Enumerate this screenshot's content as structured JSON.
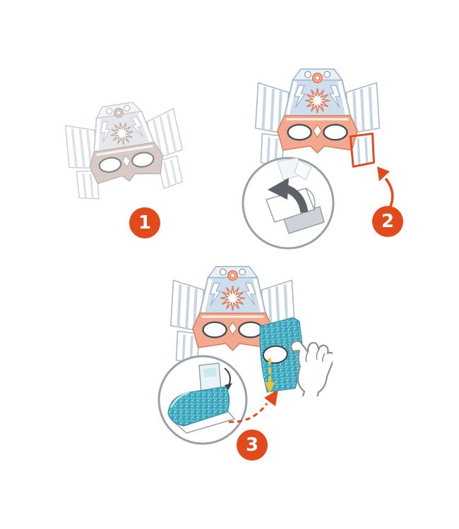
{
  "steps": [
    {
      "number": "1"
    },
    {
      "number": "2"
    },
    {
      "number": "3"
    }
  ],
  "colors": {
    "accent": "#E2491B",
    "badge_text": "#FFFFFF",
    "background": "#FFFFFF",
    "mask_blue": "#CEDEED",
    "mask_blue_pale": "#E9F0F7",
    "mask_outline": "#9FB2C6",
    "mask_salmon": "#F2A98F",
    "mask_salmon_dark": "#DD7A57",
    "glitter_teal": "#45AEC2",
    "glitter_edge": "#2E8FA3",
    "arrow_yellow": "#EFC23B",
    "inset_border": "#9AA0A6",
    "inset_arrow_gray": "#5C6268"
  }
}
